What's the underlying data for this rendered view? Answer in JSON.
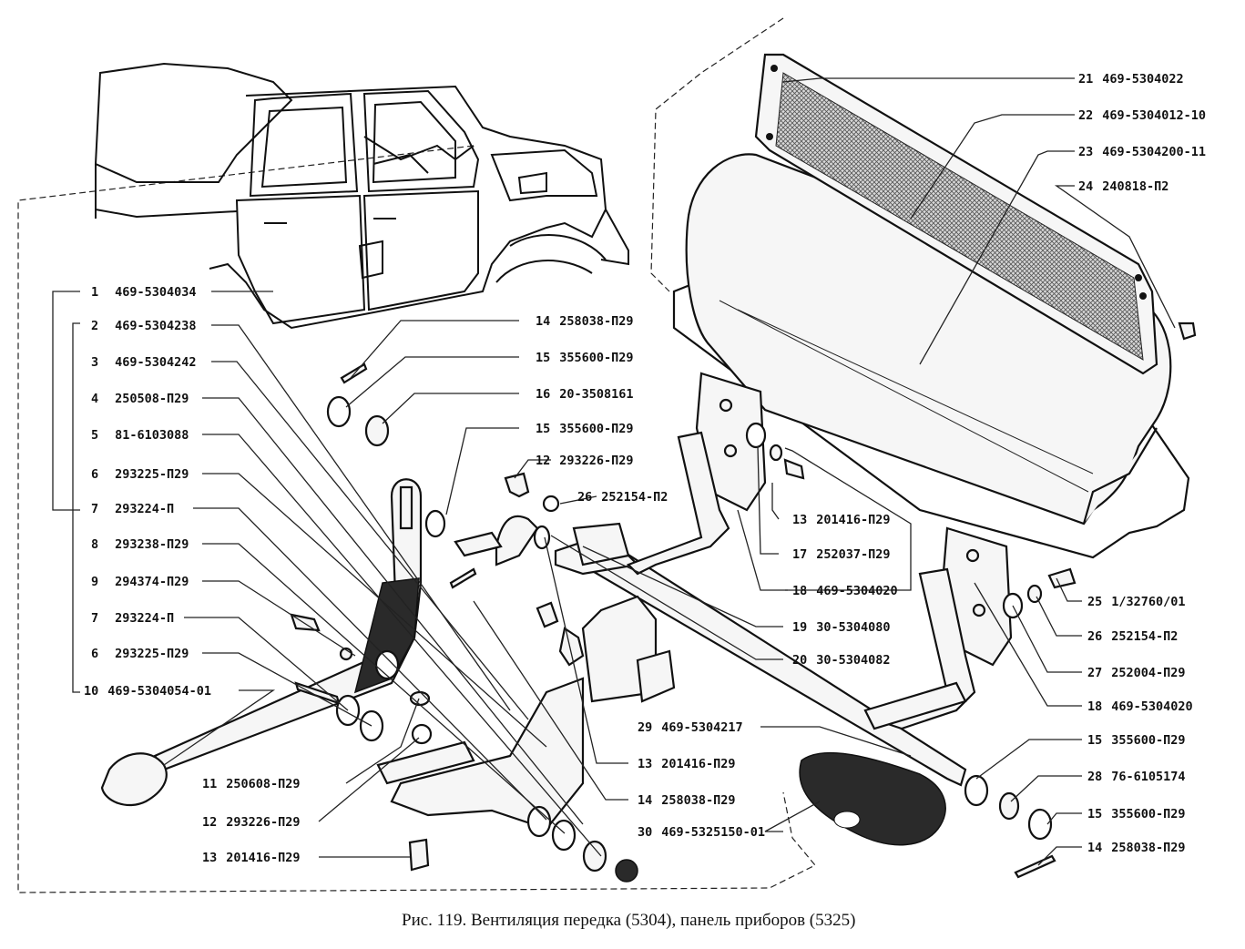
{
  "caption": "Рис. 119. Вентиляция передка (5304), панель приборов (5325)",
  "labels": [
    {
      "num": "1",
      "part": "469-5304034"
    },
    {
      "num": "2",
      "part": "469-5304238"
    },
    {
      "num": "3",
      "part": "469-5304242"
    },
    {
      "num": "4",
      "part": "250508-П29"
    },
    {
      "num": "5",
      "part": "81-6103088"
    },
    {
      "num": "6",
      "part": "293225-П29"
    },
    {
      "num": "7",
      "part": "293224-П"
    },
    {
      "num": "8",
      "part": "293238-П29"
    },
    {
      "num": "9",
      "part": "294374-П29"
    },
    {
      "num": "7",
      "part": "293224-П"
    },
    {
      "num": "6",
      "part": "293225-П29"
    },
    {
      "num": "10",
      "part": "469-5304054-01"
    },
    {
      "num": "11",
      "part": "250608-П29"
    },
    {
      "num": "12",
      "part": "293226-П29"
    },
    {
      "num": "13",
      "part": "201416-П29"
    },
    {
      "num": "14",
      "part": "258038-П29"
    },
    {
      "num": "15",
      "part": "355600-П29"
    },
    {
      "num": "16",
      "part": "20-3508161"
    },
    {
      "num": "15",
      "part": "355600-П29"
    },
    {
      "num": "12",
      "part": "293226-П29"
    },
    {
      "num": "26",
      "part": "252154-П2"
    },
    {
      "num": "13",
      "part": "201416-П29"
    },
    {
      "num": "17",
      "part": "252037-П29"
    },
    {
      "num": "18",
      "part": "469-5304020"
    },
    {
      "num": "19",
      "part": "30-5304080"
    },
    {
      "num": "20",
      "part": "30-5304082"
    },
    {
      "num": "29",
      "part": "469-5304217"
    },
    {
      "num": "13",
      "part": "201416-П29"
    },
    {
      "num": "14",
      "part": "258038-П29"
    },
    {
      "num": "30",
      "part": "469-5325150-01"
    },
    {
      "num": "21",
      "part": "469-5304022"
    },
    {
      "num": "22",
      "part": "469-5304012-10"
    },
    {
      "num": "23",
      "part": "469-5304200-11"
    },
    {
      "num": "24",
      "part": "240818-П2"
    },
    {
      "num": "25",
      "part": "1/32760/01"
    },
    {
      "num": "26",
      "part": "252154-П2"
    },
    {
      "num": "27",
      "part": "252004-П29"
    },
    {
      "num": "18",
      "part": "469-5304020"
    },
    {
      "num": "15",
      "part": "355600-П29"
    },
    {
      "num": "28",
      "part": "76-6105174"
    },
    {
      "num": "15",
      "part": "355600-П29"
    },
    {
      "num": "14",
      "part": "258038-П29"
    }
  ]
}
